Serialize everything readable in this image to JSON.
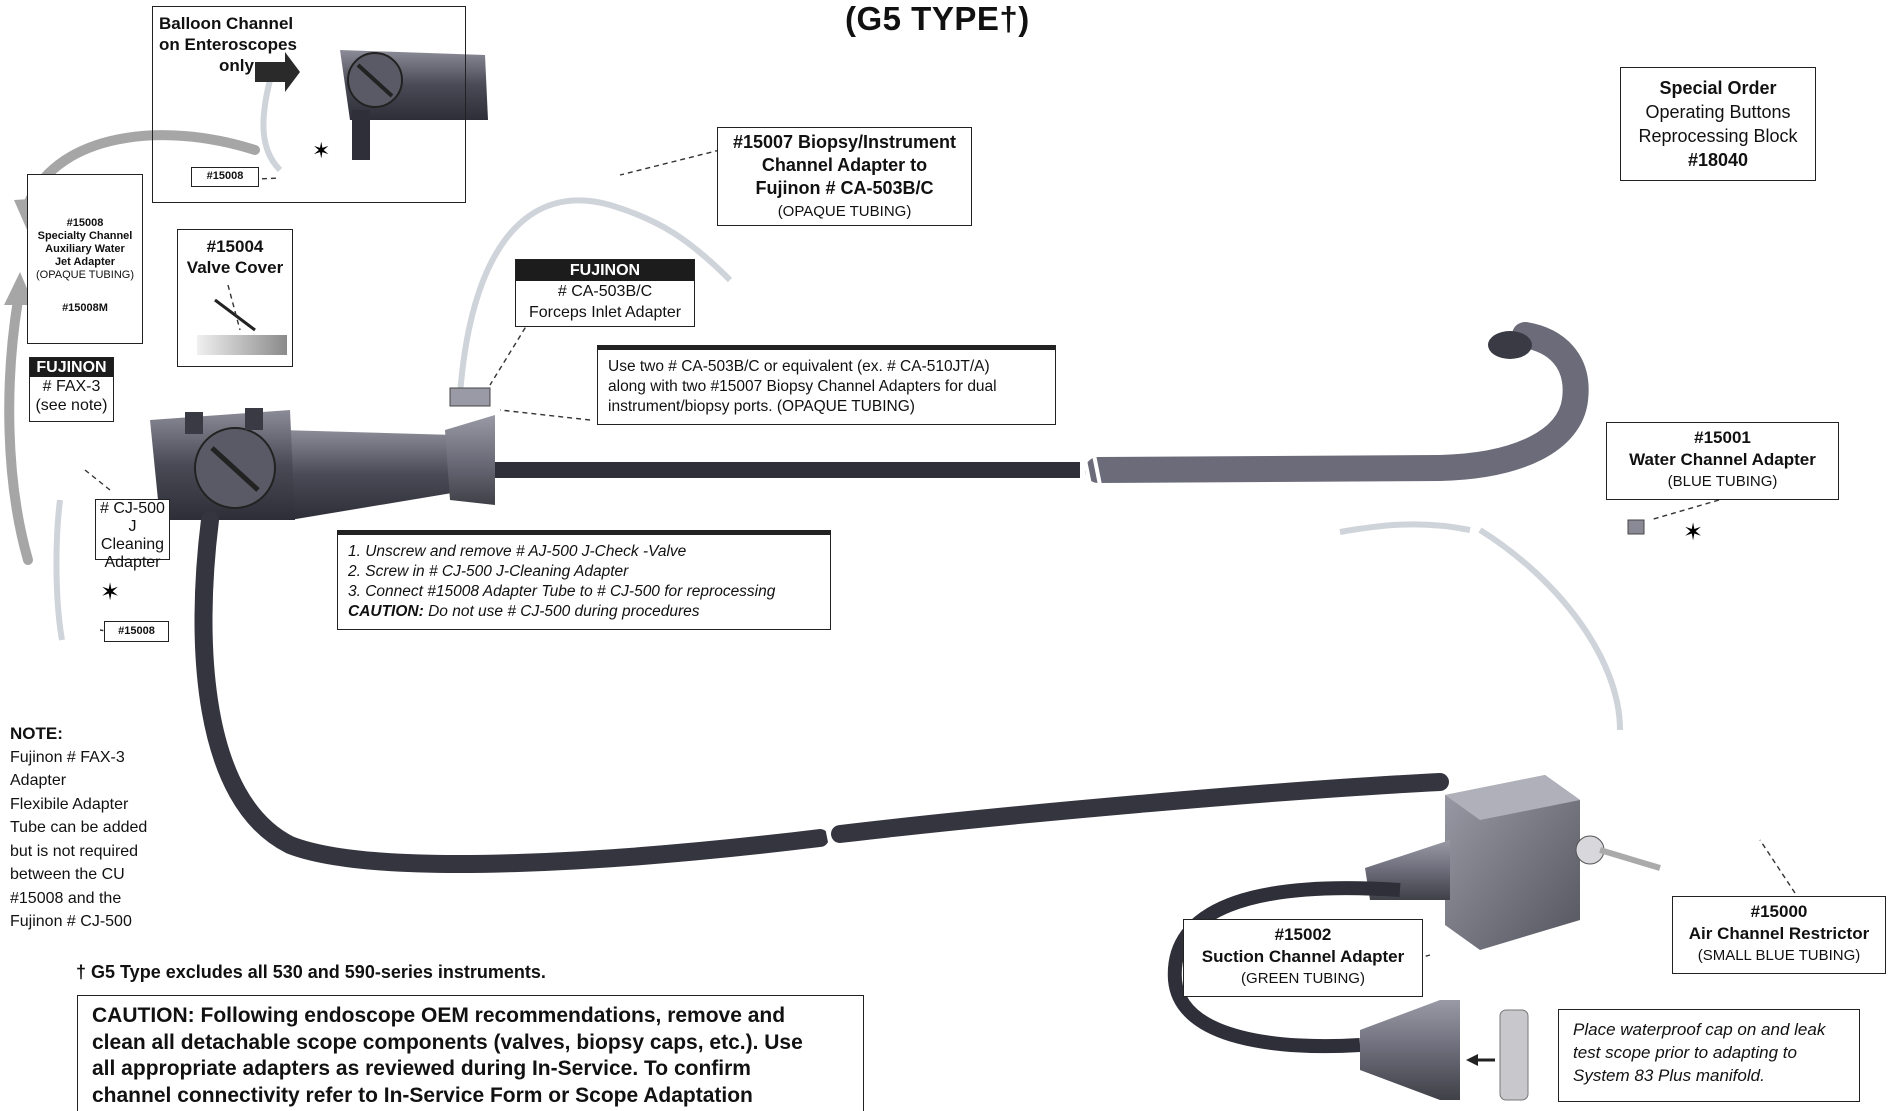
{
  "title": "(G5 TYPE†)",
  "balloon_inset": {
    "line1": "Balloon Channel",
    "line2": "on Enteroscopes",
    "line3": "only",
    "part_tag": "#15008"
  },
  "jet_adapter": {
    "part": "#15008",
    "line1": "Specialty Channel",
    "line2": "Auxiliary Water",
    "line3": "Jet Adapter",
    "tubing": "(OPAQUE TUBING)",
    "alt_part": "#15008M"
  },
  "fax3": {
    "brand": "FUJINON",
    "part": "# FAX-3",
    "note": "(see note)"
  },
  "valve_cover": {
    "part": "#15004",
    "name": "Valve Cover"
  },
  "cj500": {
    "line1": "# CJ-500",
    "line2": "J Cleaning",
    "line3": "Adapter",
    "part_tag": "#15008"
  },
  "biopsy_adapter": {
    "line1": "#15007 Biopsy/Instrument",
    "line2": "Channel Adapter to",
    "line3": "Fujinon # CA-503B/C",
    "tubing": "(OPAQUE TUBING)"
  },
  "forceps_adapter": {
    "brand": "FUJINON",
    "part": "# CA-503B/C",
    "name": "Forceps Inlet Adapter"
  },
  "dual_note": {
    "line1": "Use two  # CA-503B/C or equivalent (ex. # CA-510JT/A)",
    "line2": "along with two #15007 Biopsy Channel Adapters for dual",
    "line3": "instrument/biopsy ports. (OPAQUE TUBING)"
  },
  "steps": {
    "s1": "1.  Unscrew and remove # AJ-500 J-Check -Valve",
    "s2": "2.  Screw in # CJ-500 J-Cleaning Adapter",
    "s3": "3.  Connect #15008 Adapter Tube to # CJ-500 for reprocessing",
    "caution_label": "CAUTION:",
    "caution_text": "  Do not use # CJ-500 during procedures"
  },
  "special_order": {
    "line1": "Special Order",
    "line2": "Operating Buttons",
    "line3": "Reprocessing Block",
    "part": "#18040"
  },
  "water_adapter": {
    "part": "#15001",
    "name": "Water Channel Adapter",
    "tubing": "(BLUE TUBING)"
  },
  "note": {
    "label": "NOTE:",
    "lines": [
      "Fujinon # FAX-3",
      "Adapter",
      "Flexibile Adapter",
      "Tube can be added",
      "but is not required",
      "between the CU",
      "#15008 and the",
      "Fujinon # CJ-500"
    ]
  },
  "footnote": "† G5 Type excludes all 530 and 590-series instruments.",
  "caution_box": {
    "line1": "CAUTION:  Following endoscope OEM recommendations, remove and",
    "line2": "clean all detachable scope components (valves, biopsy caps, etc.). Use",
    "line3": "all appropriate adapters as reviewed  during In-Service. To confirm",
    "line4": "channel connectivity refer to In-Service Form or Scope Adaptation"
  },
  "suction_adapter": {
    "part": "#15002",
    "name": "Suction Channel Adapter",
    "tubing": "(GREEN TUBING)"
  },
  "air_restrictor": {
    "part": "#15000",
    "name": "Air Channel Restrictor",
    "tubing": "(SMALL BLUE TUBING)"
  },
  "leak_note": {
    "line1": "Place waterproof cap on and leak",
    "line2": "test scope prior to adapting to",
    "line3": "System 83 Plus manifold."
  },
  "colors": {
    "scope_dark": "#3a3a44",
    "scope_mid": "#6a6a78",
    "tubing": "#cfd3da",
    "arrow_gray": "#a6a6a6"
  }
}
